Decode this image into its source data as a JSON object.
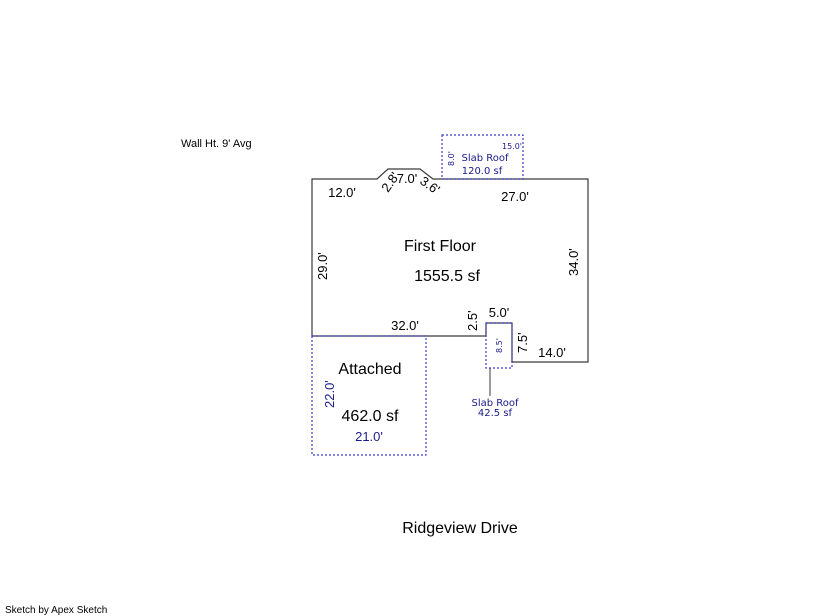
{
  "wall_height": "Wall Ht. 9' Avg",
  "footer": "Sketch by Apex Sketch",
  "street": "Ridgeview Drive",
  "first_floor": {
    "name": "First Floor",
    "area": "1555.5 sf",
    "dims": {
      "top_left": "12.0'",
      "bay_left": "2.8'",
      "bay_top": "7.0'",
      "bay_right": "3.6'",
      "top_right": "27.0'",
      "left": "29.0'",
      "right": "34.0'",
      "bottom_left": "32.0'",
      "notch_left": "2.5'",
      "notch_top": "5.0'",
      "notch_right": "7.5'",
      "bottom_right": "14.0'"
    }
  },
  "attached": {
    "name": "Attached",
    "area": "462.0 sf",
    "dims": {
      "height": "22.0'",
      "width": "21.0'"
    }
  },
  "slab_roof_top": {
    "name": "Slab Roof",
    "area": "120.0 sf",
    "dims": {
      "height": "8.0'",
      "width": "15.0'"
    }
  },
  "slab_roof_bottom": {
    "name": "Slab Roof",
    "area": "42.5 sf",
    "dims": {
      "height": "8.5'"
    }
  },
  "colors": {
    "outline": "#3a3a3a",
    "dotted": "#3b3bd0",
    "label_blue": "#1a1a8c"
  }
}
